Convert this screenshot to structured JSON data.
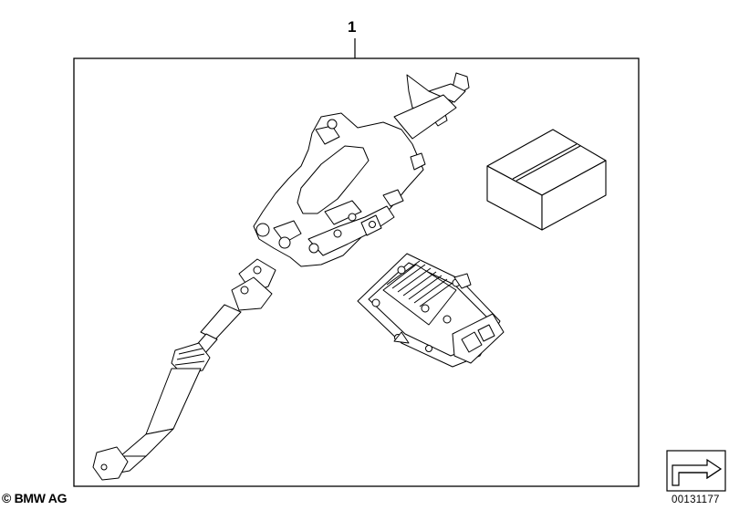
{
  "callout": {
    "number": "1"
  },
  "footer": {
    "copyright": "© BMW AG",
    "diagram_number": "00131177"
  },
  "icons": [
    "steering-column-part",
    "control-unit-part",
    "small-parts-box",
    "direction-arrow-icon"
  ]
}
